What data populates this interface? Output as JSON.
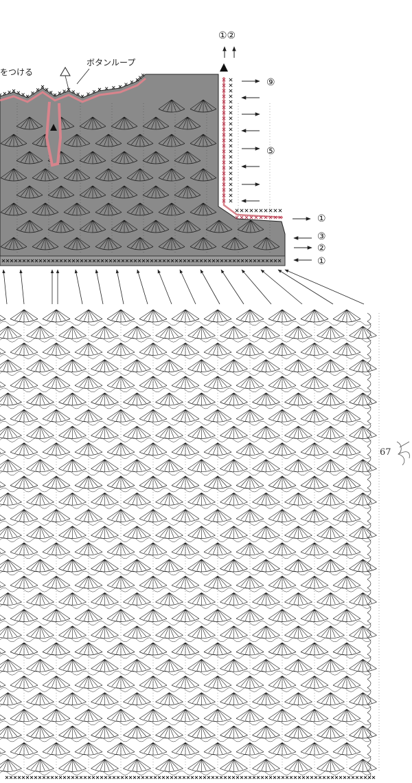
{
  "labels": {
    "attach": "をつける",
    "button_loop": "ボタンループ"
  },
  "row_markers": {
    "top_right": [
      "①②"
    ],
    "yoke_right": [
      "⑨",
      "⑤"
    ],
    "bottom_right": [
      "①",
      "③",
      "②",
      "①"
    ]
  },
  "page_number": "67",
  "colors": {
    "fill": "#8a8a8a",
    "stitch": "#1c1c1c",
    "accent": "#d8848c"
  },
  "icons": [
    "arrow-right-icon",
    "arrow-left-icon",
    "arrow-up-icon",
    "triangle-marker-icon",
    "page-flourish-icon"
  ]
}
